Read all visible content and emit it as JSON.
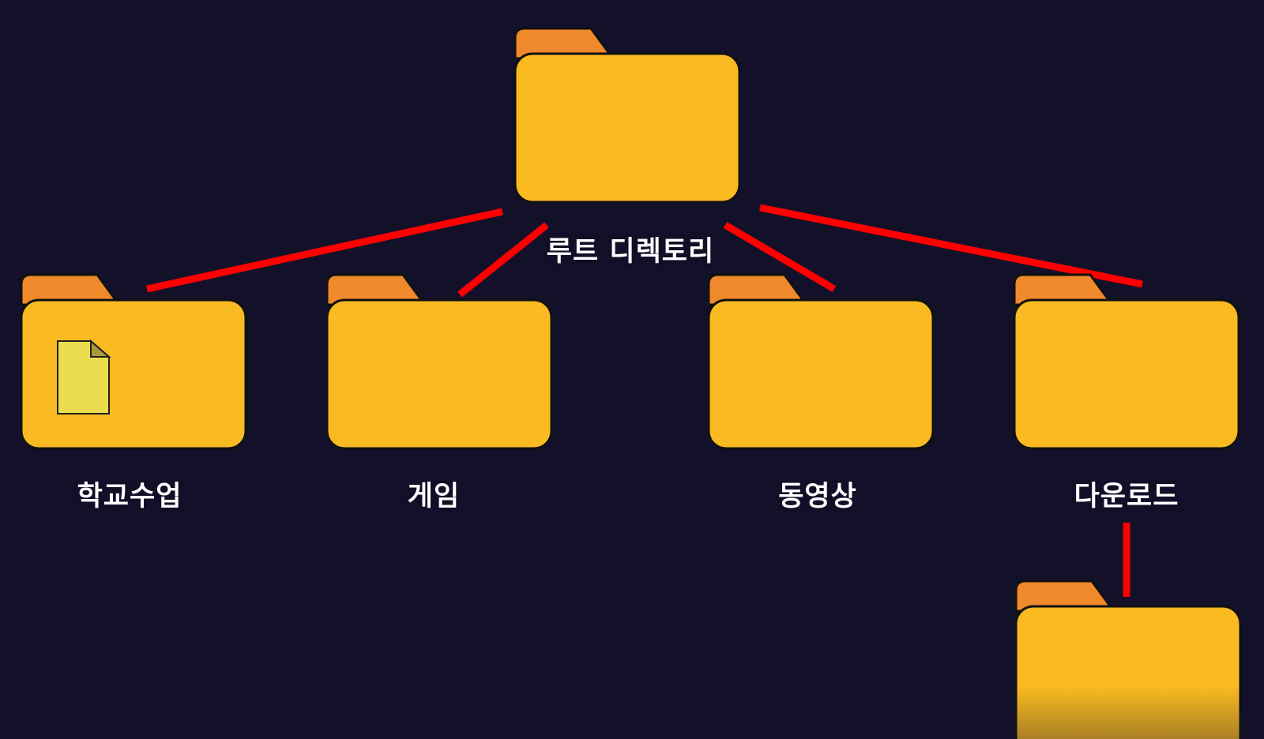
{
  "diagram": {
    "root": {
      "label": "루트 디렉토리",
      "icon": "folder-icon"
    },
    "children": [
      {
        "label": "학교수업",
        "icon": "folder-icon",
        "contains": "document-icon"
      },
      {
        "label": "게임",
        "icon": "folder-icon"
      },
      {
        "label": "동영상",
        "icon": "folder-icon"
      },
      {
        "label": "다운로드",
        "icon": "folder-icon",
        "children": [
          {
            "label": "",
            "icon": "folder-icon"
          }
        ]
      }
    ],
    "colors": {
      "background": "#131129",
      "folder_body": "#F9BA22",
      "folder_tab": "#F0892C",
      "outline": "#111111",
      "connector": "#FF0000",
      "document": "#ECDD4E"
    }
  }
}
